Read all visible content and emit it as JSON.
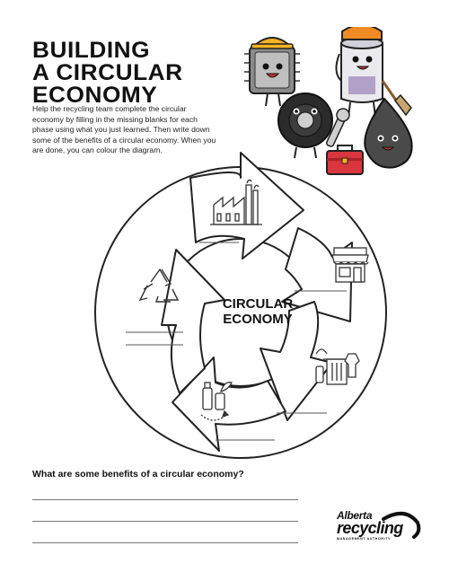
{
  "title": {
    "line1": "BUILDING",
    "line2": "A CIRCULAR",
    "line3": "ECONOMY"
  },
  "intro": "Help the recycling team complete the circular economy by filling in the missing blanks for each phase using what you just learned. Then write down some of the benefits of a circular economy. When you are done, you can colour the diagram.",
  "diagram": {
    "center": {
      "line1": "CIRCULAR",
      "line2": "ECONOMY"
    },
    "phases": [
      {
        "icon": "factory-icon"
      },
      {
        "icon": "store-icon"
      },
      {
        "icon": "waste-bin-icon"
      },
      {
        "icon": "reuse-bottles-icon"
      },
      {
        "icon": "recycle-icon"
      }
    ]
  },
  "question": "What are some benefits of a circular economy?",
  "logo": {
    "top": "Alberta",
    "main": "recycling",
    "sub": "MANAGEMENT AUTHORITY"
  },
  "colors": {
    "ink": "#111111",
    "outline": "#222222",
    "mascot_orange": "#f08a24",
    "toolbox_red": "#d9363e"
  }
}
